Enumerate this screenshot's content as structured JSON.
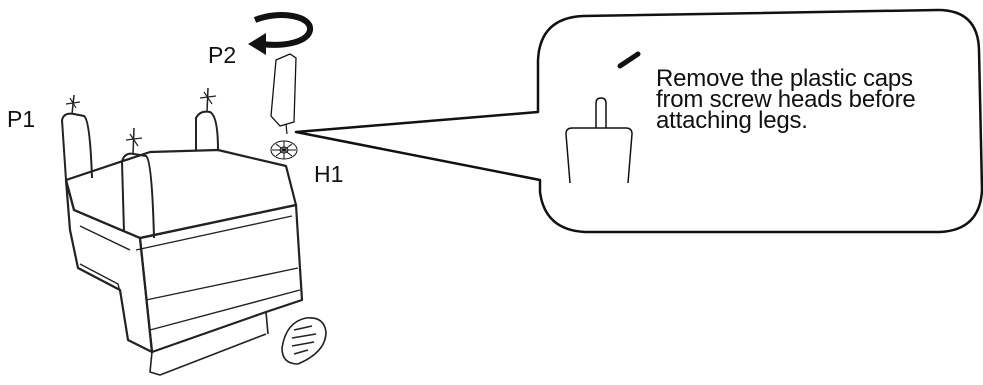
{
  "labels": {
    "p1": "P1",
    "p2": "P2",
    "h1": "H1"
  },
  "callout": {
    "lines": [
      "Remove the plastic caps",
      "from screw heads before",
      "attaching legs."
    ]
  },
  "colors": {
    "ink": "#111111",
    "background": "#ffffff"
  },
  "icons": {
    "rotation": "curved-arrow-icon",
    "cap": "plastic-cap-icon",
    "screw_head": "screw-head-icon"
  }
}
